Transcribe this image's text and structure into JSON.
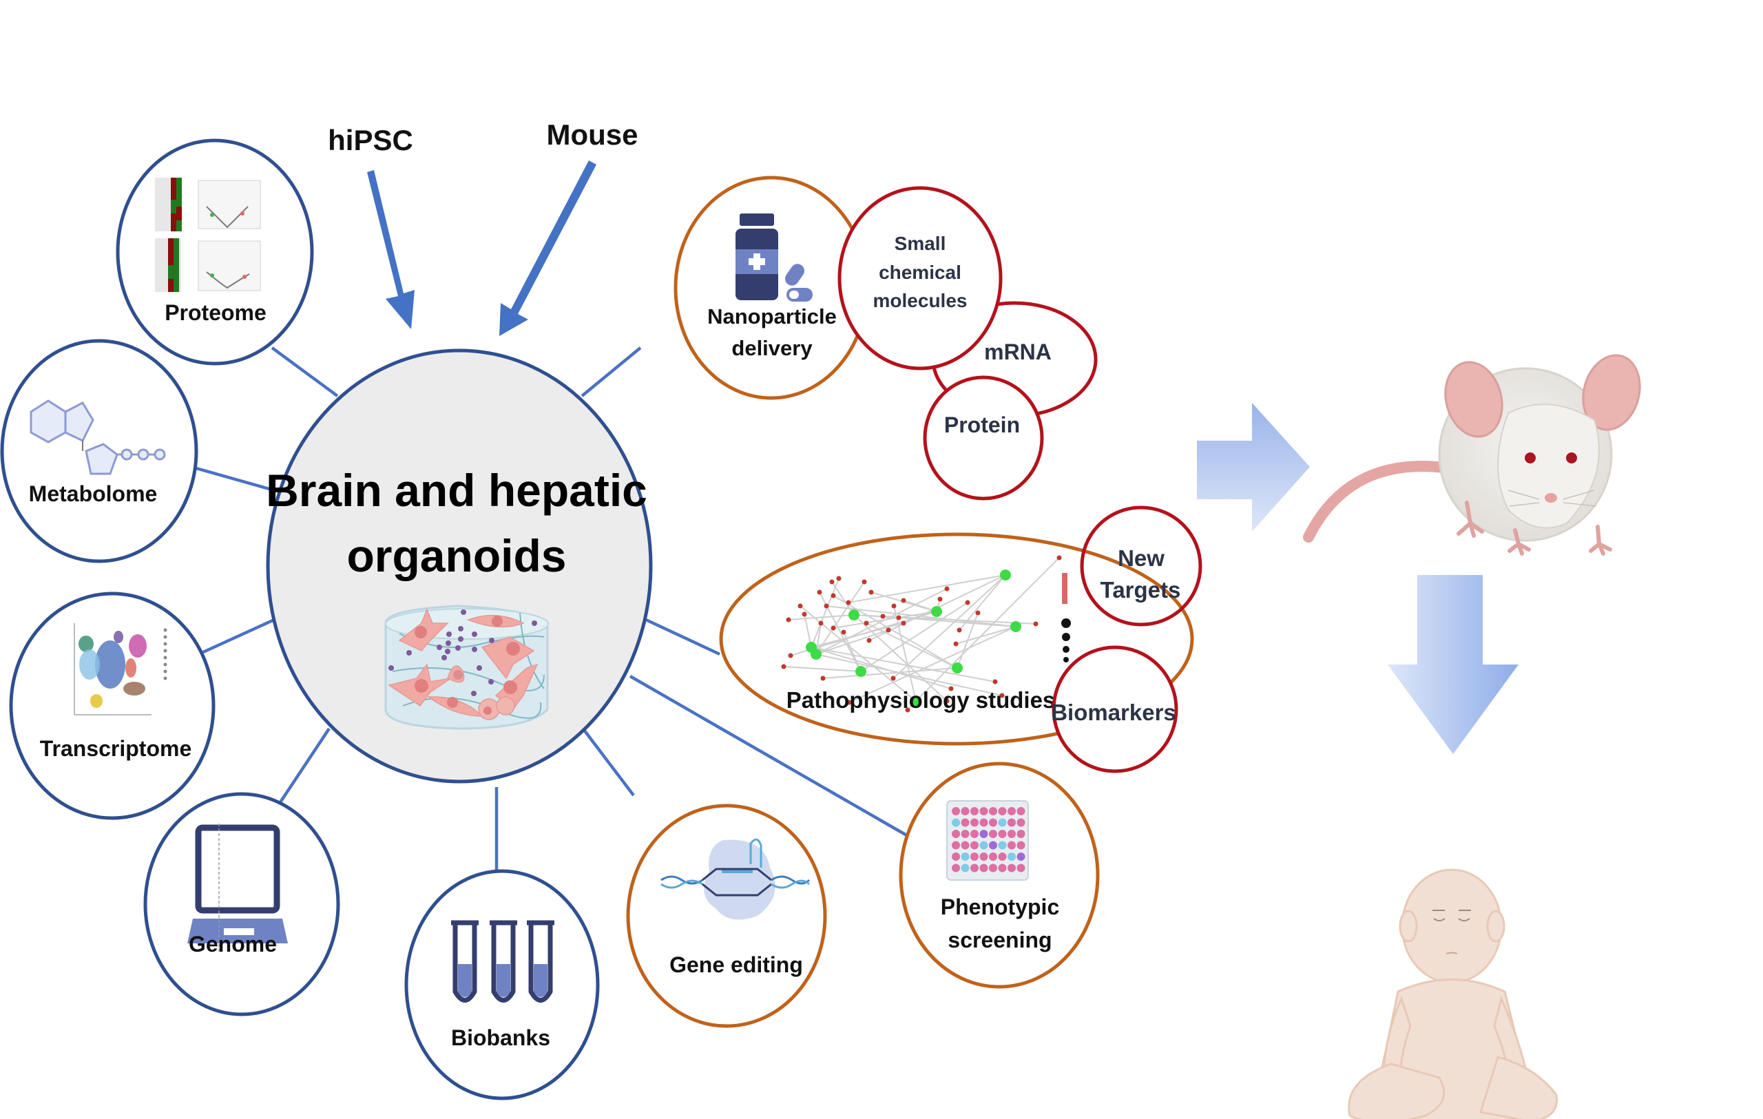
{
  "figure": {
    "center": {
      "title_line1": "Brain and hepatic",
      "title_line2": "organoids"
    },
    "sources": [
      {
        "label": "hiPSC"
      },
      {
        "label": "Mouse"
      }
    ],
    "omics": [
      {
        "label": "Proteome",
        "icon": "proteomics-heatmap-volcano-icon"
      },
      {
        "label": "Metabolome",
        "icon": "metabolite-molecule-icon"
      },
      {
        "label": "Transcriptome",
        "icon": "tsne-scatter-icon"
      },
      {
        "label": "Genome",
        "icon": "laptop-icon"
      },
      {
        "label": "Biobanks",
        "icon": "test-tubes-icon"
      }
    ],
    "applications": [
      {
        "label_line1": "Gene editing",
        "icon": "crispr-dna-icon"
      },
      {
        "label_line1": "Phenotypic",
        "label_line2": "screening",
        "icon": "well-plate-icon"
      },
      {
        "label_line1": "Nanoparticle",
        "label_line2": "delivery",
        "icon": "medicine-bottle-pill-icon"
      },
      {
        "label_line1": "Pathophysiology studies",
        "icon": "network-graph-icon"
      }
    ],
    "delivery_cargo": [
      {
        "line1": "Small",
        "line2": "chemical",
        "line3": "molecules"
      },
      {
        "line1": "mRNA"
      },
      {
        "line1": "Protein"
      }
    ],
    "pathophysiology_outputs": [
      {
        "line1": "New",
        "line2": "Targets"
      },
      {
        "line1": "Biomarkers"
      }
    ],
    "translation": {
      "model_organism": "mouse-illustration",
      "patient": "infant-illustration"
    },
    "colors": {
      "omics_ring": "#2f4f8f",
      "application_ring": "#c0621a",
      "cargo_ring": "#b3121c",
      "connector": "#4a72c4",
      "center_fill": "#ececec",
      "flow_arrow": "#9fb8ea"
    }
  }
}
